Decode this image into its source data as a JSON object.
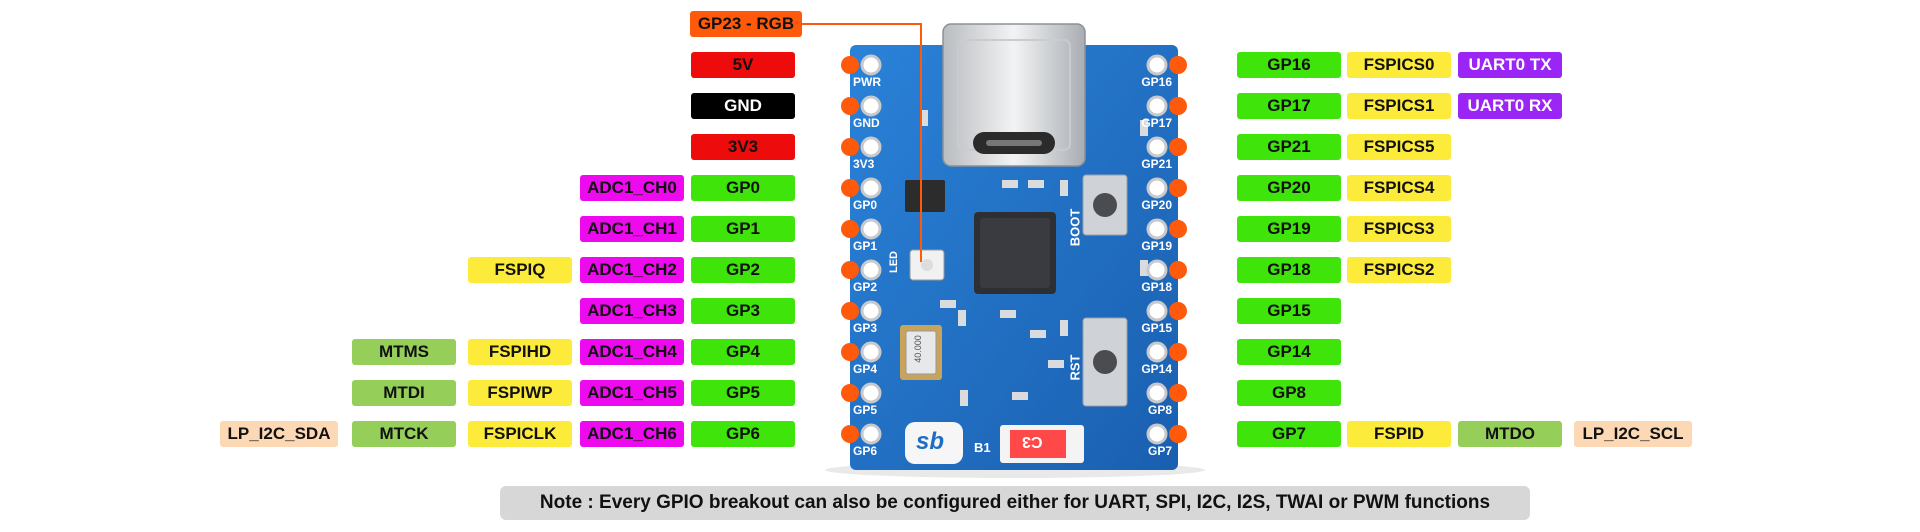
{
  "callout": "GP23 - RGB",
  "power": [
    "5V",
    "GND",
    "3V3"
  ],
  "left_pins": [
    {
      "gp": "GP0",
      "adc": "ADC1_CH0"
    },
    {
      "gp": "GP1",
      "adc": "ADC1_CH1"
    },
    {
      "gp": "GP2",
      "adc": "ADC1_CH2",
      "fspi": "FSPIQ"
    },
    {
      "gp": "GP3",
      "adc": "ADC1_CH3"
    },
    {
      "gp": "GP4",
      "adc": "ADC1_CH4",
      "fspi": "FSPIHD",
      "mt": "MTMS"
    },
    {
      "gp": "GP5",
      "adc": "ADC1_CH5",
      "fspi": "FSPIWP",
      "mt": "MTDI"
    },
    {
      "gp": "GP6",
      "adc": "ADC1_CH6",
      "fspi": "FSPICLK",
      "mt": "MTCK",
      "lp": "LP_I2C_SDA"
    }
  ],
  "right_pins": [
    {
      "gp": "GP16",
      "fspi": "FSPICS0",
      "uart": "UART0 TX"
    },
    {
      "gp": "GP17",
      "fspi": "FSPICS1",
      "uart": "UART0 RX"
    },
    {
      "gp": "GP21",
      "fspi": "FSPICS5"
    },
    {
      "gp": "GP20",
      "fspi": "FSPICS4"
    },
    {
      "gp": "GP19",
      "fspi": "FSPICS3"
    },
    {
      "gp": "GP18",
      "fspi": "FSPICS2"
    },
    {
      "gp": "GP15"
    },
    {
      "gp": "GP14"
    },
    {
      "gp": "GP8"
    },
    {
      "gp": "GP7",
      "fspi": "FSPID",
      "mt": "MTDO",
      "lp": "LP_I2C_SCL"
    }
  ],
  "board": {
    "left_silk": [
      "PWR",
      "GND",
      "3V3",
      "GP0",
      "GP1",
      "GP2",
      "GP3",
      "GP4",
      "GP5",
      "GP6"
    ],
    "right_silk": [
      "GP16",
      "GP17",
      "GP21",
      "GP20",
      "GP19",
      "GP18",
      "GP15",
      "GP14",
      "GP8",
      "GP7"
    ],
    "boot": "BOOT",
    "rst": "RST",
    "led": "LED",
    "chip_mark": "C3",
    "logo": "sb",
    "b1": "B1",
    "crystal": "40.000"
  },
  "note": "Note : Every GPIO breakout can also be configured either for UART, SPI, I2C, I2S, TWAI or PWM functions",
  "colors": {
    "gpio": "#3ee40a",
    "adc": "#ee0aee",
    "fspi": "#fdeb3c",
    "jtag": "#95cf5a",
    "lp_i2c": "#fcd8b4",
    "uart": "#9a25f4",
    "power": "#ee0b0b",
    "ground": "#000000",
    "rgb": "#ff5a0b",
    "pin_dot": "#ff5a0b",
    "board": "#1e6fc4"
  }
}
